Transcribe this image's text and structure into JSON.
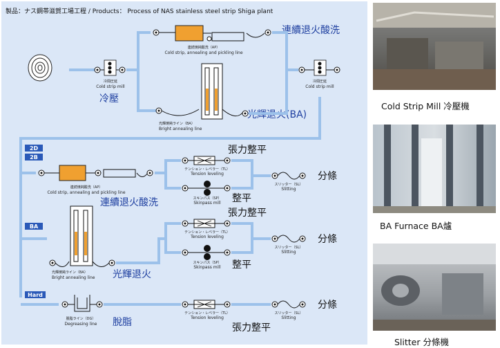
{
  "title": "製品：ナス鋼帯滋賀工場工程 / Products： Process of NAS stainless steel strip Shiga plant",
  "top": {
    "ap": {
      "jp": "連続焼鈍酸洗（AP）",
      "en": "Cold strip, annealing and pickling line",
      "zh": "連續退火酸洗"
    },
    "mill1": {
      "jp": "冷間圧延",
      "en": "Cold strip mill",
      "zh": "冷壓"
    },
    "mill2": {
      "jp": "冷間圧延",
      "en": "Cold strip mill"
    },
    "ba": {
      "jp": "光輝焼鈍ライン（BA）",
      "en": "Bright annealing line",
      "zh": "光輝退火(BA)"
    }
  },
  "groups": {
    "g2d": "2D",
    "g2b": "2B",
    "gba": "BA",
    "ghard": "Hard"
  },
  "mid": {
    "ap": {
      "jp": "連続焼鈍酸洗（AP）",
      "en": "Cold strip, annealing and pickling line",
      "zh": "連續退火酸洗"
    },
    "tl": {
      "jp": "テンション・レベラー（TL）",
      "en": "Tension leveling",
      "zh": "張力整平"
    },
    "sp": {
      "jp": "スキンパス（SP）",
      "en": "Skinpass mill",
      "zh": "整平"
    },
    "sl": {
      "jp": "スリッター（SL）",
      "en": "Slitting",
      "zh": "分條"
    }
  },
  "baSection": {
    "ba": {
      "jp": "光輝焼鈍ライン（BA）",
      "en": "Bright annealing line",
      "zh": "光輝退火"
    },
    "tl": {
      "jp": "テンション・レベラー（TL）",
      "en": "Tension leveling",
      "zh": "張力整平"
    },
    "sp": {
      "jp": "スキンパス（SP）",
      "en": "Skinpass mill",
      "zh": "整平"
    },
    "sl": {
      "jp": "スリッター（SL）",
      "en": "Slitting",
      "zh": "分條"
    }
  },
  "hardSection": {
    "dg": {
      "jp": "脱脂ライン（DG）",
      "en": "Degreasing line",
      "zh": "脫脂"
    },
    "tl": {
      "jp": "テンション・レベラー（TL）",
      "en": "Tension leveling",
      "zh": "張力整平"
    },
    "sl": {
      "jp": "スリッター（SL）",
      "en": "Slitting",
      "zh": "分條"
    }
  },
  "photos": {
    "p1": "Cold Strip Mill 冷壓機",
    "p2": "BA Furnace  BA爐",
    "p3": "Slitter 分條機"
  },
  "colors": {
    "panel": "#dbe7f7",
    "arrow": "#9cc1ea",
    "furnace": "#f0a030",
    "groupTag": "#2a59b8",
    "line": "#1a1a1a"
  }
}
